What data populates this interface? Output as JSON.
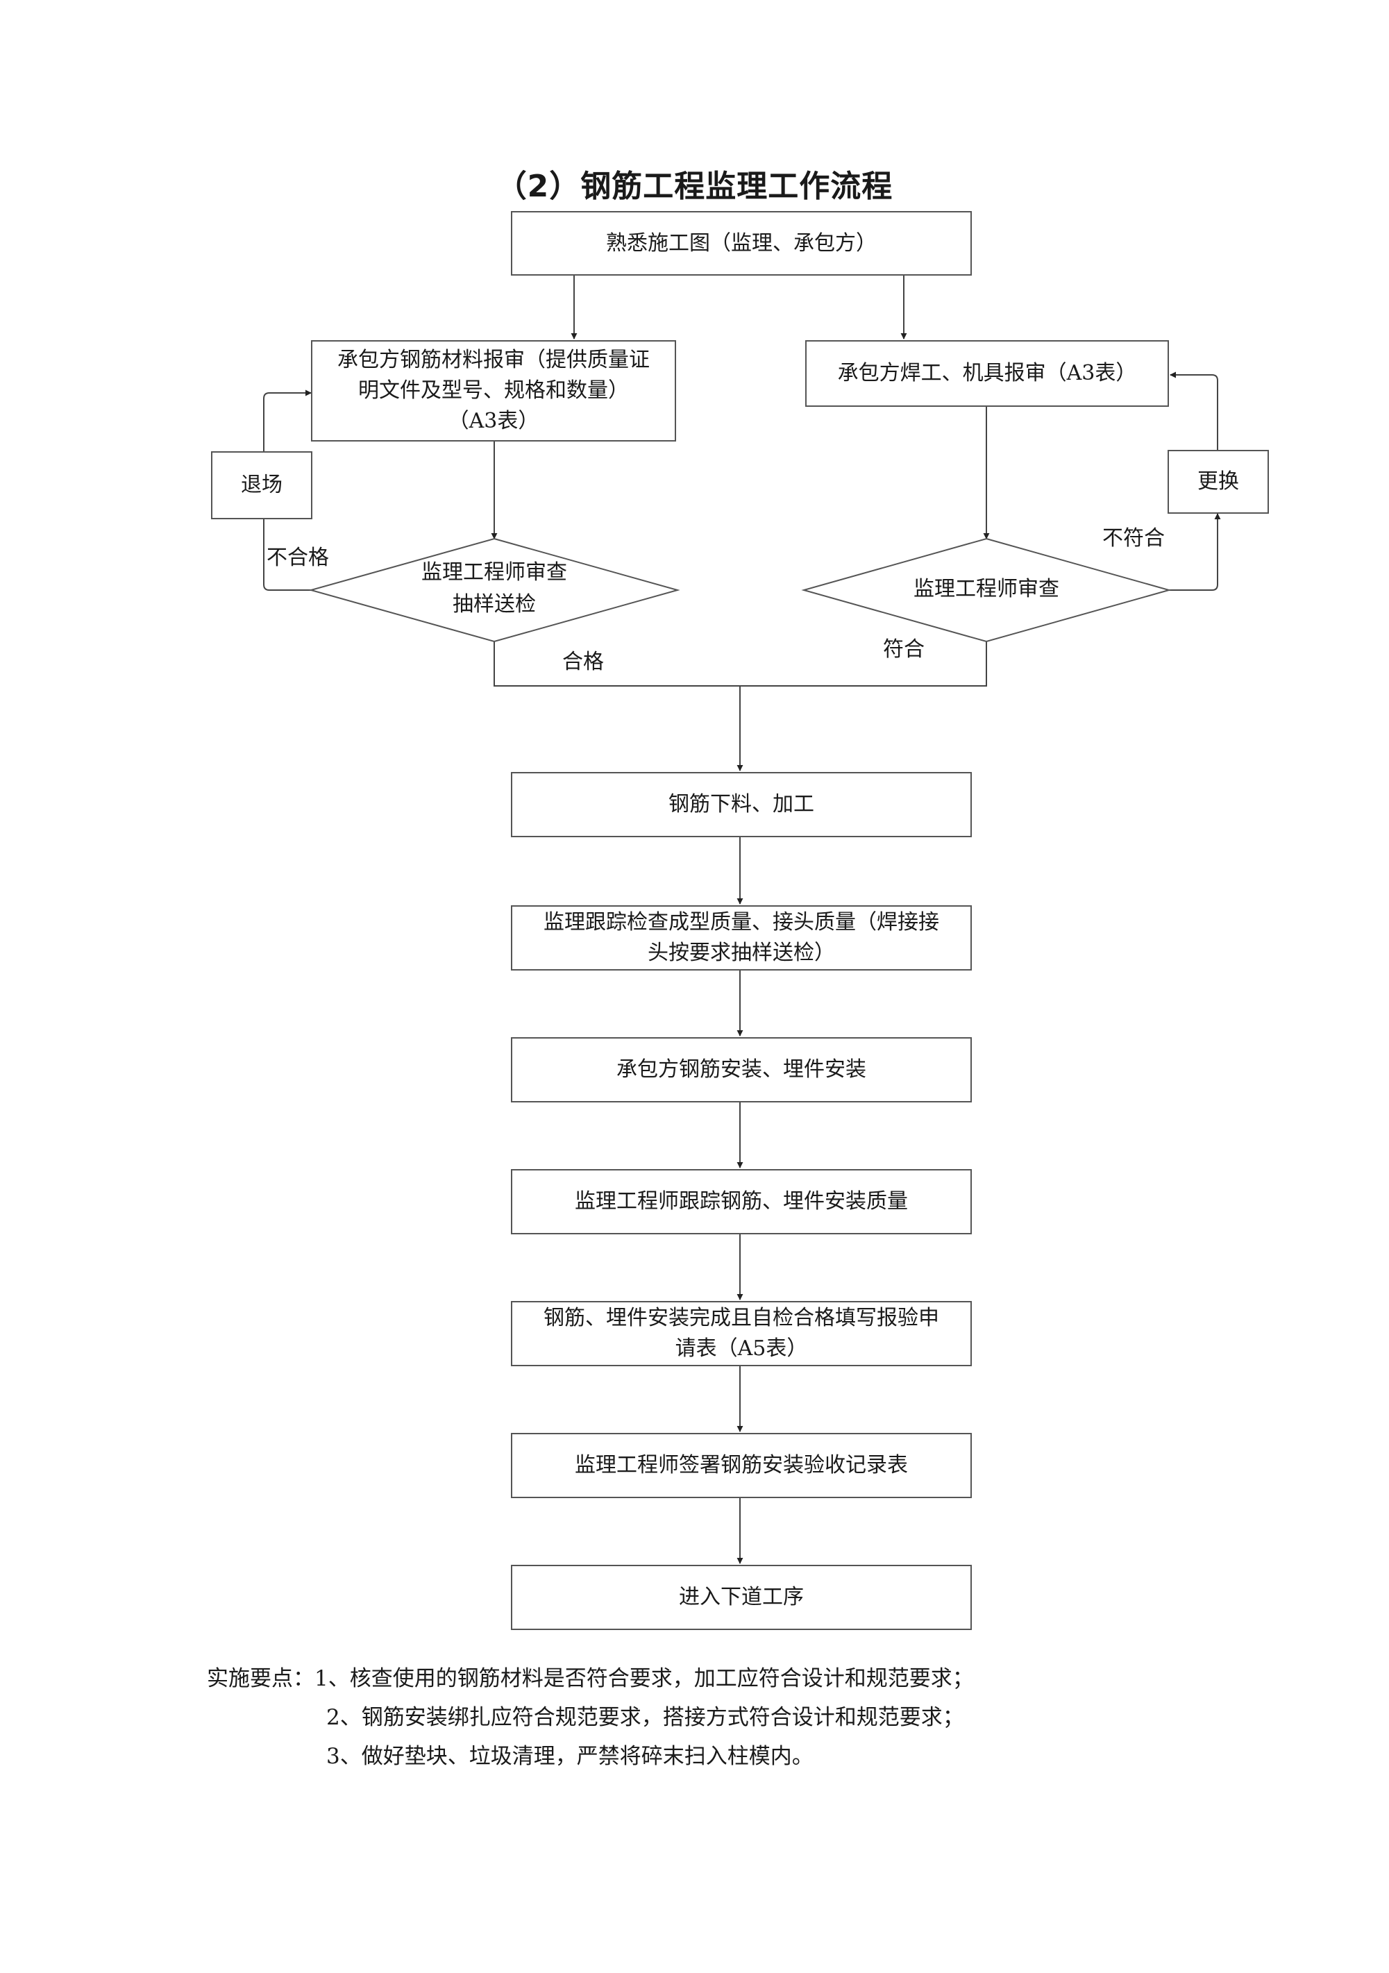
{
  "title": "（2）钢筋工程监理工作流程",
  "nodes": {
    "start": "熟悉施工图（监理、承包方）",
    "material_report": "承包方钢筋材料报审（提供质量证\n明文件及型号、规格和数量）\n（A3表）",
    "welder_report": "承包方焊工、机具报审（A3表）",
    "exit": "退场",
    "replace": "更换",
    "check_sample": "监理工程师审查\n抽样送检",
    "check_review": "监理工程师审查",
    "cutting": "钢筋下料、加工",
    "track_quality": "监理跟踪检查成型质量、接头质量（焊接接\n头按要求抽样送检）",
    "install": "承包方钢筋安装、埋件安装",
    "track_install": "监理工程师跟踪钢筋、埋件安装质量",
    "self_check": "钢筋、埋件安装完成且自检合格填写报验申\n请表（A5表）",
    "sign": "监理工程师签署钢筋安装验收记录表",
    "next": "进入下道工序"
  },
  "edge_labels": {
    "fail_left": "不合格",
    "pass_left": "合格",
    "fail_right": "不符合",
    "pass_right": "符合"
  },
  "notes": {
    "prefix": "实施要点：",
    "items": [
      "1、核查使用的钢筋材料是否符合要求，加工应符合设计和规范要求；",
      "2、钢筋安装绑扎应符合规范要求，搭接方式符合设计和规范要求；",
      "3、做好垫块、垃圾清理，严禁将碎末扫入柱模内。"
    ]
  }
}
